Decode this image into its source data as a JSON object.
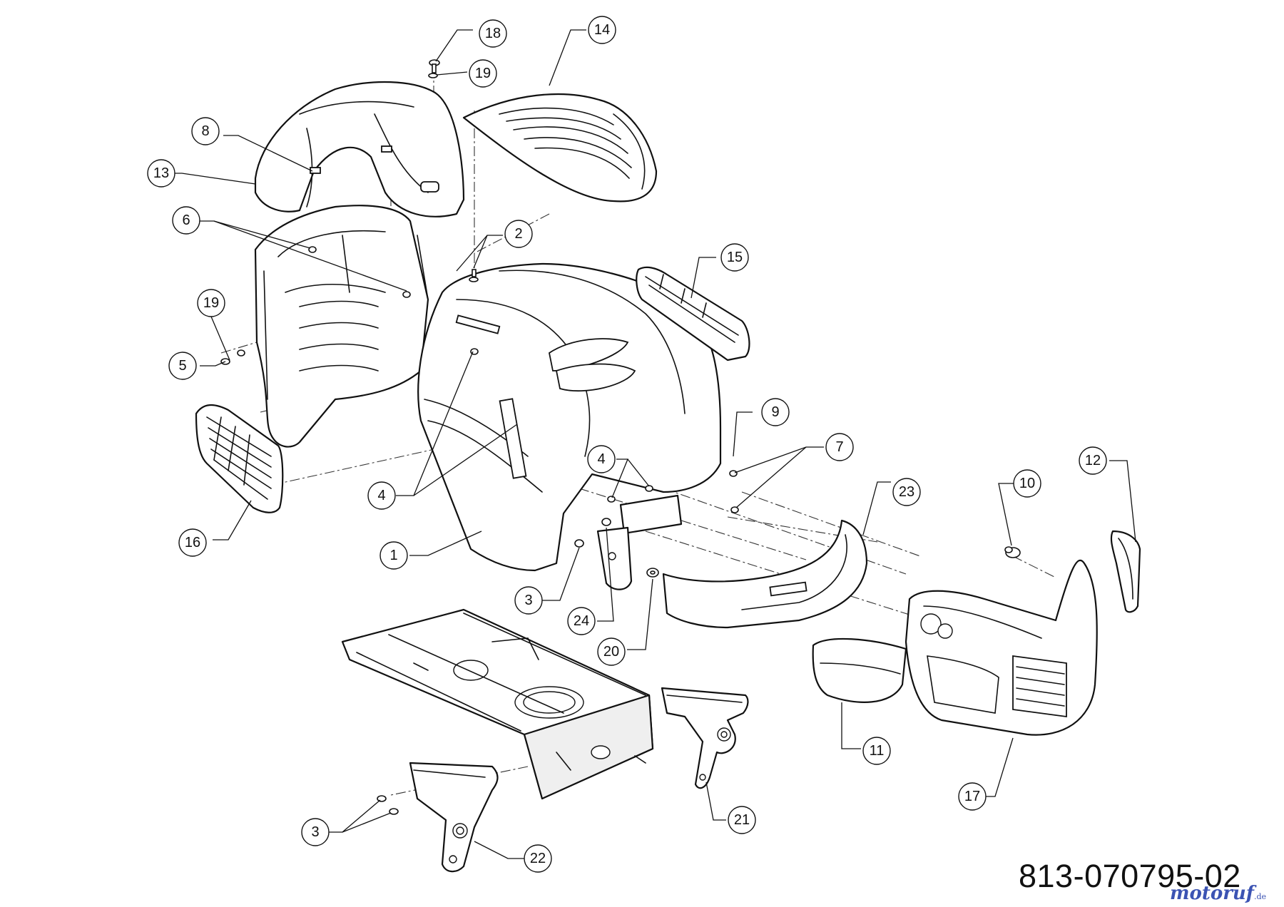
{
  "drawing_number": "813-070795-02",
  "watermark": {
    "brand": "motoruf",
    "tld": ".de"
  },
  "callouts": [
    {
      "id": "c1",
      "label": "1"
    },
    {
      "id": "c2",
      "label": "2"
    },
    {
      "id": "c3a",
      "label": "3"
    },
    {
      "id": "c3b",
      "label": "3"
    },
    {
      "id": "c4a",
      "label": "4"
    },
    {
      "id": "c4b",
      "label": "4"
    },
    {
      "id": "c5",
      "label": "5"
    },
    {
      "id": "c6",
      "label": "6"
    },
    {
      "id": "c7",
      "label": "7"
    },
    {
      "id": "c8",
      "label": "8"
    },
    {
      "id": "c9",
      "label": "9"
    },
    {
      "id": "c10",
      "label": "10"
    },
    {
      "id": "c11",
      "label": "11"
    },
    {
      "id": "c12",
      "label": "12"
    },
    {
      "id": "c13",
      "label": "13"
    },
    {
      "id": "c14",
      "label": "14"
    },
    {
      "id": "c15",
      "label": "15"
    },
    {
      "id": "c16",
      "label": "16"
    },
    {
      "id": "c17",
      "label": "17"
    },
    {
      "id": "c18",
      "label": "18"
    },
    {
      "id": "c19a",
      "label": "19"
    },
    {
      "id": "c19b",
      "label": "19"
    },
    {
      "id": "c20",
      "label": "20"
    },
    {
      "id": "c21",
      "label": "21"
    },
    {
      "id": "c22",
      "label": "22"
    },
    {
      "id": "c23",
      "label": "23"
    },
    {
      "id": "c24",
      "label": "24"
    }
  ]
}
